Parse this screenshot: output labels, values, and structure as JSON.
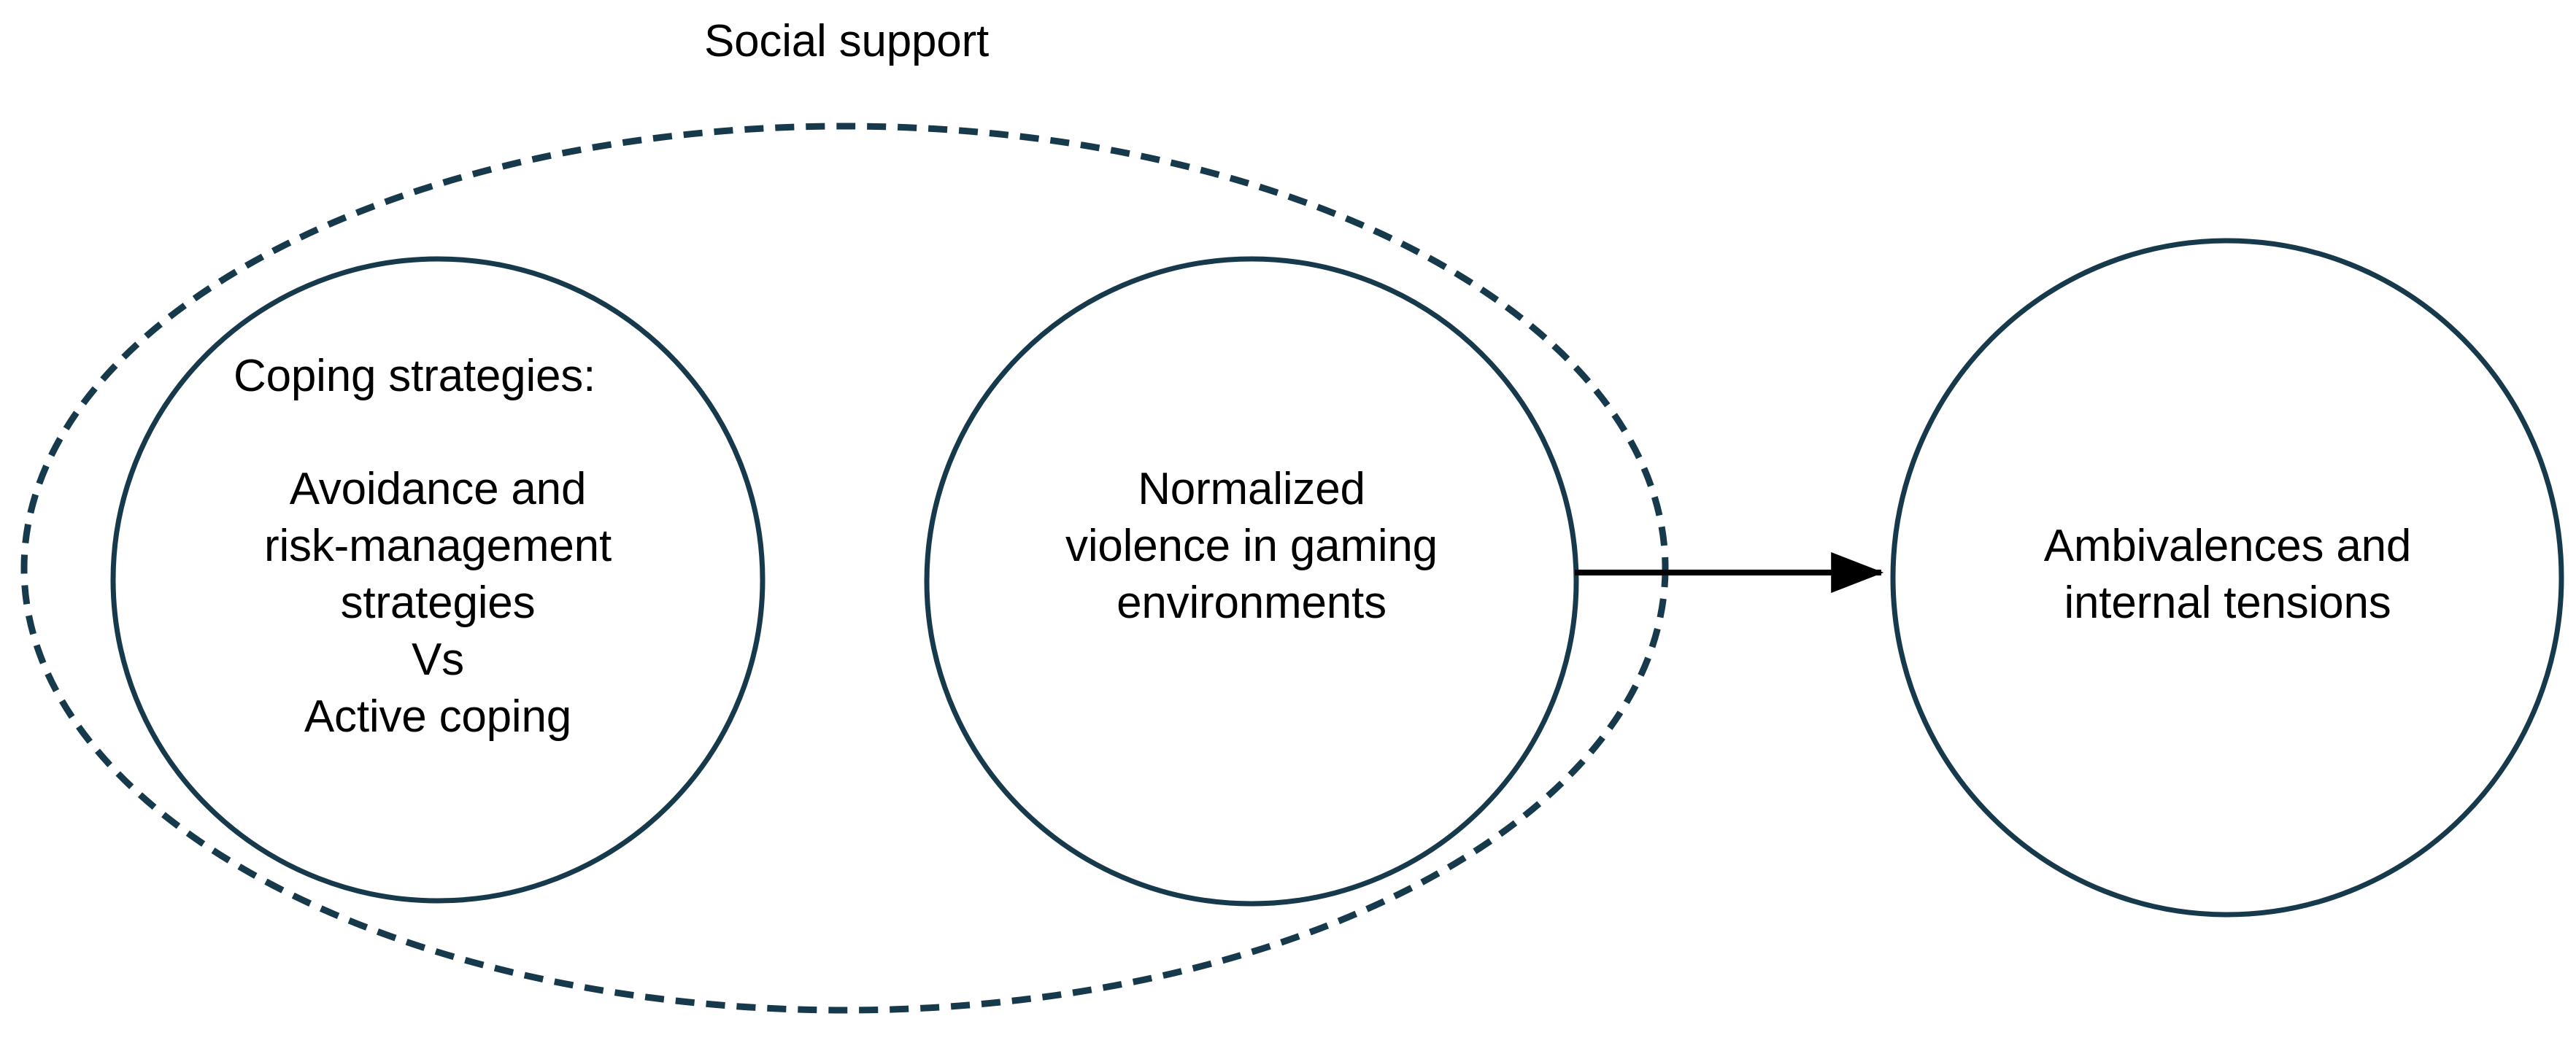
{
  "diagram": {
    "title": "Social support",
    "background_color": "#ffffff",
    "outline_color": "#16394b",
    "arrow_color": "#000000",
    "text_color": "#000000",
    "grouping": {
      "label": "Social support",
      "style": "dashed-ellipse",
      "contains": [
        "Coping strategies",
        "Normalized violence in gaming environments"
      ]
    },
    "nodes": [
      {
        "id": "coping",
        "shape": "circle",
        "style": "solid",
        "heading": "Coping strategies:",
        "body": "Avoidance and\nrisk-management\nstrategies\nVs\nActive coping",
        "lines": [
          "Coping strategies:",
          "",
          "Avoidance and",
          "risk-management",
          "strategies",
          "Vs",
          "Active coping"
        ]
      },
      {
        "id": "normalized-violence",
        "shape": "circle",
        "style": "solid",
        "body": "Normalized\nviolence in gaming\nenvironments",
        "lines": [
          "Normalized",
          "violence in gaming",
          "environments"
        ]
      },
      {
        "id": "ambivalences",
        "shape": "circle",
        "style": "solid",
        "body": "Ambivalences and\ninternal tensions",
        "lines": [
          "Ambivalences and",
          "internal tensions"
        ]
      }
    ],
    "edges": [
      {
        "id": "violence-to-ambivalences",
        "from": "normalized-violence",
        "to": "ambivalences",
        "style": "solid",
        "arrowhead": "filled-triangle",
        "label": ""
      }
    ]
  }
}
